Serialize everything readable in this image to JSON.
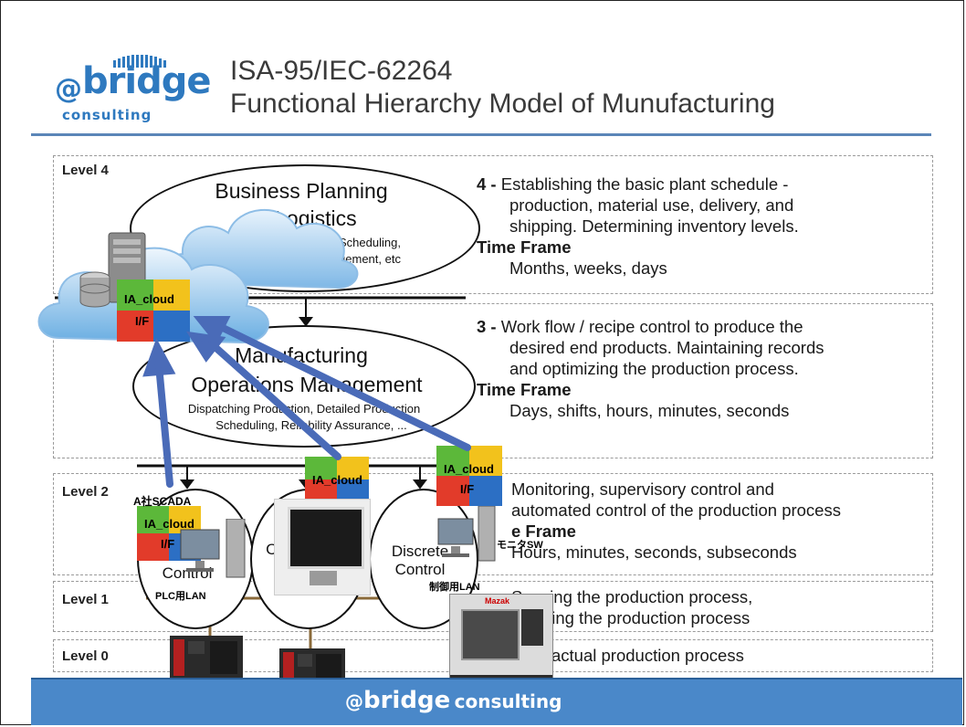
{
  "header": {
    "logo_at": "@",
    "logo_word": "bridge",
    "logo_sub": "consulting",
    "title_line1": "ISA-95/IEC-62264",
    "title_line2": "Functional Hierarchy Model of Munufacturing"
  },
  "levels": {
    "l4": "Level 4",
    "l2": "Level 2",
    "l1": "Level 1",
    "l0": "Level 0"
  },
  "ellipses": {
    "bp_title1": "Business Planning",
    "bp_title2": "& Logistics",
    "bp_sub1": "Scheduling,",
    "bp_sub2": "gement, etc",
    "mom_title1": "Manufacturing",
    "mom_title2": "Operations Management",
    "mom_sub1": "Dispatching Production, Detailed Production",
    "mom_sub2": "Scheduling, Reliability Assurance, ...",
    "c1": "Control",
    "c2": "Co",
    "c3a": "Discrete",
    "c3b": "Control"
  },
  "descriptions": {
    "d4_num": "4 -",
    "d4_l1": "Establishing the basic plant schedule -",
    "d4_l2": "production, material use, delivery, and",
    "d4_l3": "shipping. Determining inventory levels.",
    "tf_label": "Time Frame",
    "d4_tf": "Months, weeks, days",
    "d3_num": "3 -",
    "d3_l1": "Work flow / recipe control to produce the",
    "d3_l2": "desired end products. Maintaining records",
    "d3_l3": "and optimizing the production process.",
    "d3_tf": "Days, shifts, hours, minutes, seconds",
    "d2_l1": "Monitoring, supervisory control and",
    "d2_l2": "automated control of the production process",
    "d2_tf_label": "e Frame",
    "d2_tf": "Hours, minutes, seconds, subseconds",
    "d1_l1": "Sensing the production process,",
    "d1_l2": "ipulating the production process",
    "d0_l1": "actual production process"
  },
  "overlays": {
    "ia_cloud": "IA_cloud",
    "if": "I/F",
    "scada": "A社SCADA",
    "plc_lan": "PLC用LAN",
    "ctrl_lan": "制御用LAN",
    "monitor_sw": "モニタSW",
    "machine_brand": "Mazak"
  },
  "footer": {
    "at": "@",
    "word": "bridge",
    "sub": "consulting"
  },
  "colors": {
    "brand_blue": "#2e79bf",
    "footer_blue": "#4a88c9",
    "arrow_blue": "#4a6bb8",
    "cloud_blue": "#7fb8e6",
    "lan_brown": "#8a6a3a"
  }
}
